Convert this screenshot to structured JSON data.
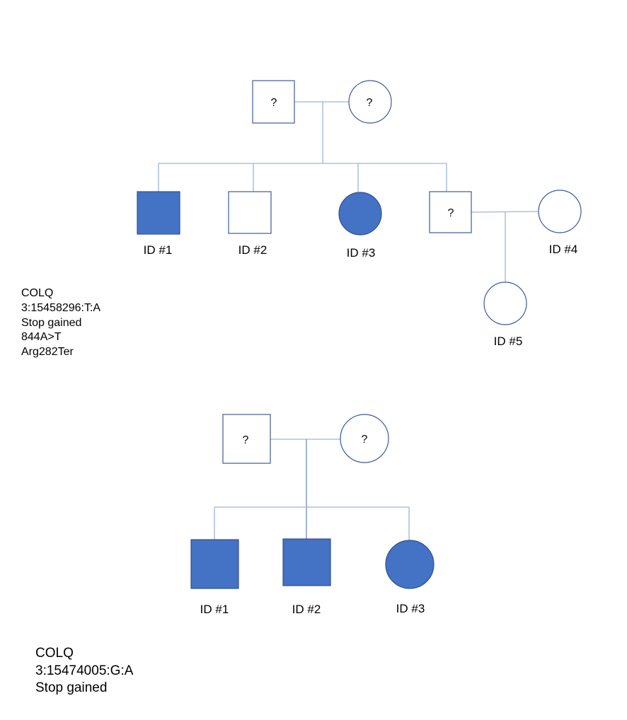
{
  "pedigree1": {
    "unknown_marks": [
      "?",
      "?",
      "?"
    ],
    "ids": [
      "ID #1",
      "ID #2",
      "ID #3",
      "ID #4",
      "ID #5"
    ],
    "variant_lines": [
      "COLQ",
      "3:15458296:T:A",
      "Stop gained",
      "844A>T",
      "Arg282Ter"
    ]
  },
  "pedigree2": {
    "unknown_marks": [
      "?",
      "?"
    ],
    "ids": [
      "ID #1",
      "ID #2",
      "ID #3"
    ],
    "variant_lines": [
      "COLQ",
      "3:15474005:G:A",
      "Stop gained"
    ]
  },
  "colors": {
    "affected": "#4472c4",
    "line": "#9fb3d9",
    "outline": "#3d5a99"
  }
}
